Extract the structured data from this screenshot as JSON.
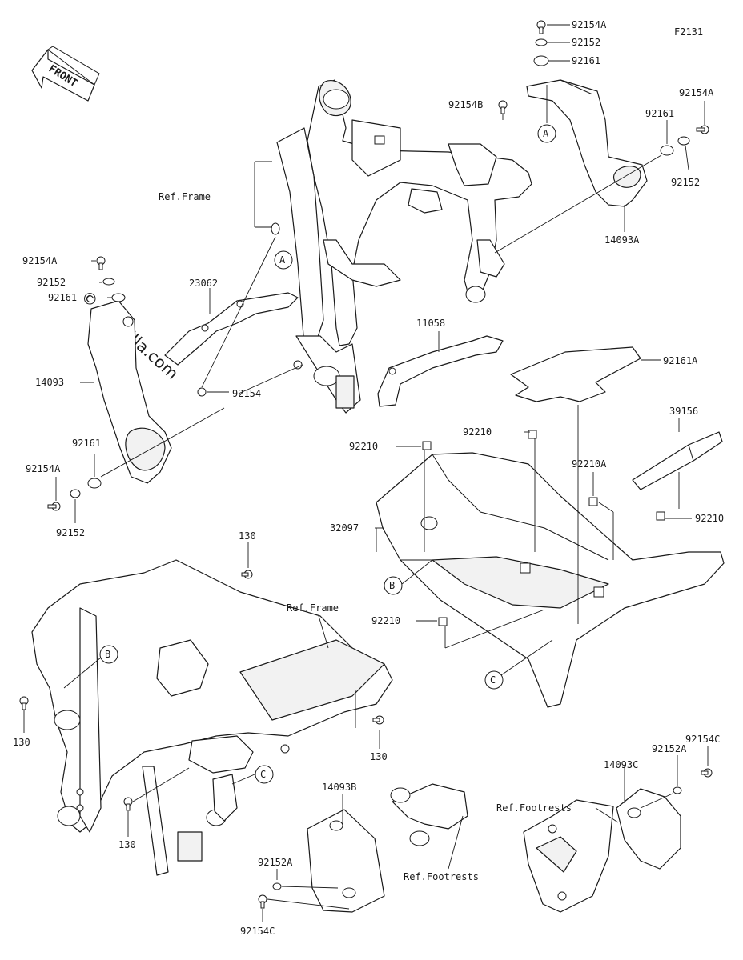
{
  "figure_code": "F2131",
  "front_arrow": "FRONT",
  "watermark": "© Partzilla.com",
  "callouts": {
    "a": "A",
    "b": "B",
    "c": "C"
  },
  "labels": {
    "p92154A": "92154A",
    "p92152": "92152",
    "p92161": "92161",
    "p92154B": "92154B",
    "p14093A": "14093A",
    "p14093": "14093",
    "p23062": "23062",
    "p92154": "92154",
    "p11058": "11058",
    "p92161A": "92161A",
    "p39156": "39156",
    "p92210": "92210",
    "p92210A": "92210A",
    "p32097": "32097",
    "p130": "130",
    "p14093B": "14093B",
    "p14093C": "14093C",
    "p92152A": "92152A",
    "p92154C": "92154C",
    "ref_frame": "Ref.Frame",
    "ref_footrests": "Ref.Footrests"
  }
}
